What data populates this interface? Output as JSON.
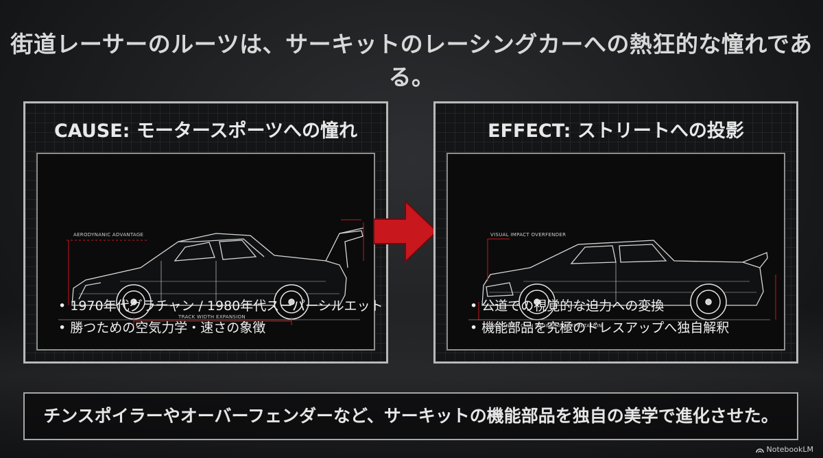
{
  "headline": "街道レーサーのルーツは、サーキットのレーシングカーへの熱狂的な憧れである。",
  "cause": {
    "title": "CAUSE: モータースポーツへの憧れ",
    "annotations": {
      "aero": "AERODYNANIC ADVANTAGE",
      "track": "TRACK WIDTH EXPANSION"
    },
    "bullets": [
      "1970年代グラチャン / 1980年代スーパーシルエット",
      "勝つための空気力学・速さの象徴"
    ]
  },
  "effect": {
    "title": "EFFECT: ストリートへの投影",
    "annotations": {
      "overfender": "VISUAL IMPACT OVERFENDER",
      "chin": "AESTHETIC CHIN SPOILER INTERPRETATION"
    },
    "bullets": [
      "公道での視覚的な迫力への変換",
      "機能部品を究極のドレスアップへ独自解釈"
    ]
  },
  "footer": "チンスポイラーやオーバーフェンダーなど、サーキットの機能部品を独自の美学で進化させた。",
  "brand": "NotebookLM",
  "colors": {
    "arrow": "#c8171d",
    "panel_border": "#b9b9b9"
  },
  "icons": {
    "arrow": "arrow-right-icon",
    "brand": "notebooklm-logo-icon"
  }
}
